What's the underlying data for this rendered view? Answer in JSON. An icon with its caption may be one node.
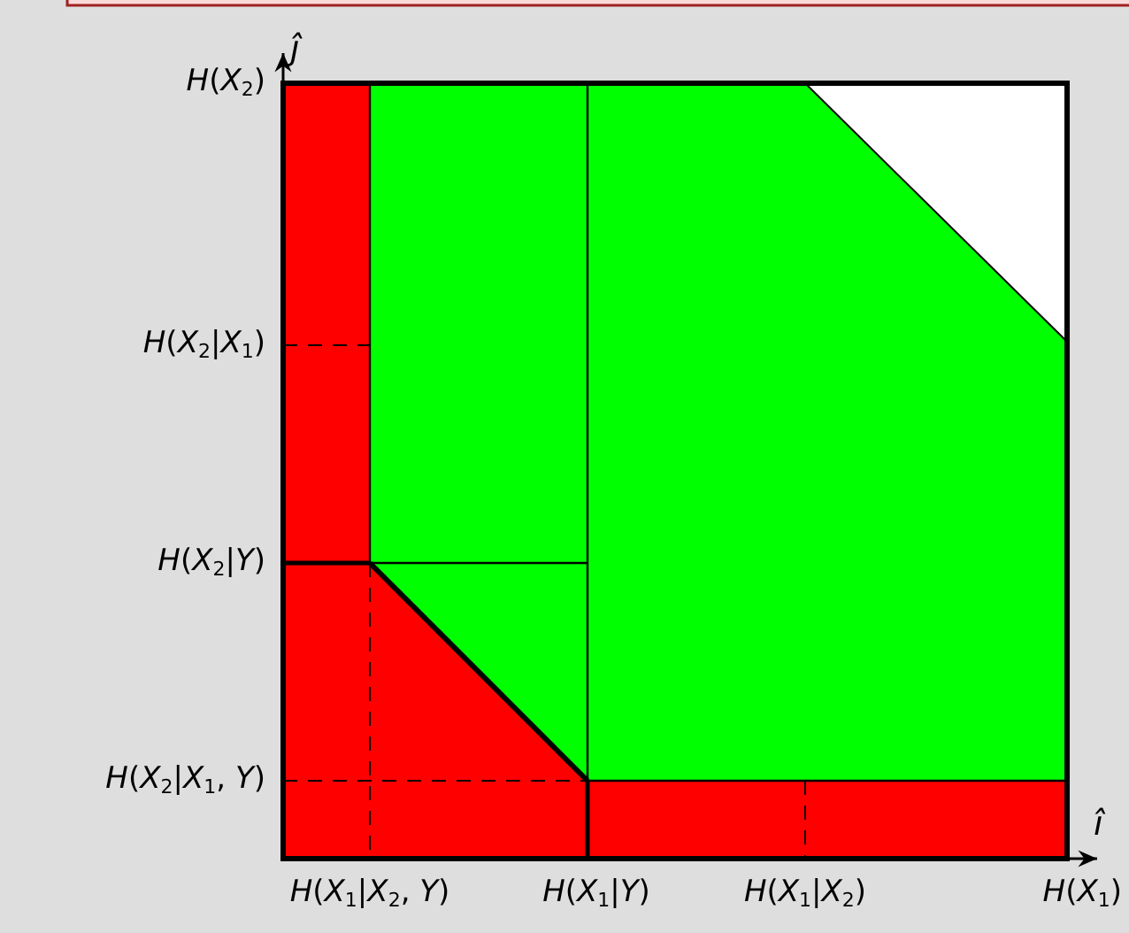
{
  "diagram": {
    "labels": [
      "ĵ",
      "*H*(*X*$_{2}$)",
      "*H*(*X*$_{2}$|*X*$_{1}$)",
      "*H*(*X*$_{2}$|*Y*)",
      "*H*(*X*$_{2}$|*X*$_{1}$, *Y*)",
      "î",
      "*H*(*X*$_{1}$|*X*$_{2}$, *Y*)",
      "*H*(*X*$_{1}$|*Y*)",
      "*H*(*X*$_{1}$|*X*$_{2}$)",
      "*H*(*X*$_{1}$)"
    ]
  }
}
